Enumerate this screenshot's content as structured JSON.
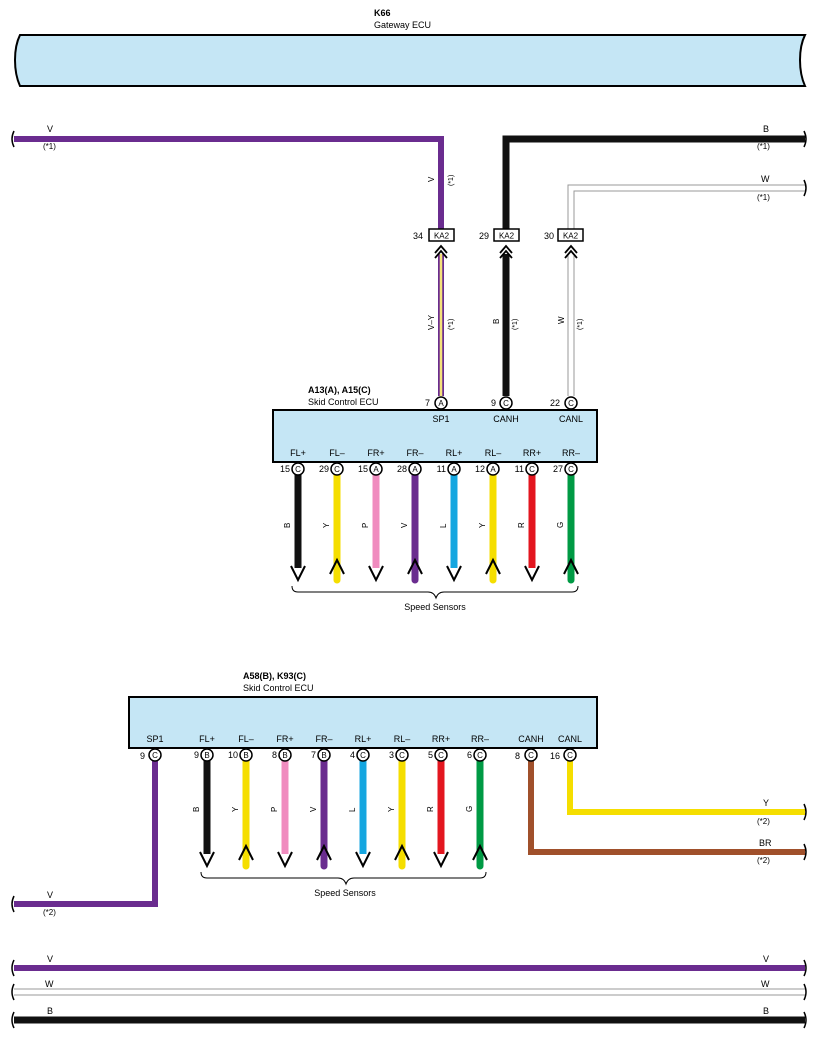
{
  "colors": {
    "V": "#6a2c8f",
    "B": "#111111",
    "W": "#ffffff",
    "Y": "#f5de00",
    "P": "#f08cbf",
    "L": "#14a6e0",
    "R": "#e3161f",
    "G": "#009a44",
    "BR": "#a0502b",
    "VY_stripe": "#f5e27a",
    "ecu_fill": "#c5e6f5"
  },
  "gateway": {
    "code": "K66",
    "name": "Gateway ECU"
  },
  "top_wires": {
    "v_label": "V",
    "v_note": "(*1)",
    "b_label": "B",
    "b_note": "(*1)",
    "w_label": "W",
    "w_note": "(*1)"
  },
  "connectors_ka2": [
    {
      "pin": "34",
      "name": "KA2",
      "upper_color": "V",
      "upper_note": "(*1)",
      "lower_color": "V–Y",
      "lower_note": "(*1)"
    },
    {
      "pin": "29",
      "name": "KA2",
      "upper_color": "",
      "upper_note": "",
      "lower_color": "B",
      "lower_note": "(*1)"
    },
    {
      "pin": "30",
      "name": "KA2",
      "upper_color": "",
      "upper_note": "",
      "lower_color": "W",
      "lower_note": "(*1)"
    }
  ],
  "ecu1": {
    "code": "A13(A), A15(C)",
    "name": "Skid Control ECU",
    "top_pins": [
      {
        "num": "7",
        "conn": "A",
        "label": "SP1"
      },
      {
        "num": "9",
        "conn": "C",
        "label": "CANH"
      },
      {
        "num": "22",
        "conn": "C",
        "label": "CANL"
      }
    ],
    "bottom_pins": [
      {
        "label": "FL+",
        "num": "15",
        "conn": "C",
        "wire": "B",
        "dir": "down"
      },
      {
        "label": "FL–",
        "num": "29",
        "conn": "C",
        "wire": "Y",
        "dir": "up"
      },
      {
        "label": "FR+",
        "num": "15",
        "conn": "A",
        "wire": "P",
        "dir": "down"
      },
      {
        "label": "FR–",
        "num": "28",
        "conn": "A",
        "wire": "V",
        "dir": "up"
      },
      {
        "label": "RL+",
        "num": "11",
        "conn": "A",
        "wire": "L",
        "dir": "down"
      },
      {
        "label": "RL–",
        "num": "12",
        "conn": "A",
        "wire": "Y",
        "dir": "up"
      },
      {
        "label": "RR+",
        "num": "11",
        "conn": "C",
        "wire": "R",
        "dir": "down"
      },
      {
        "label": "RR–",
        "num": "27",
        "conn": "C",
        "wire": "G",
        "dir": "up"
      }
    ],
    "sensors_label": "Speed Sensors"
  },
  "ecu2": {
    "code": "A58(B), K93(C)",
    "name": "Skid Control ECU",
    "sp1": {
      "label": "SP1",
      "num": "9",
      "conn": "C",
      "wire": "V",
      "note": "(*2)"
    },
    "pins": [
      {
        "label": "FL+",
        "num": "9",
        "conn": "B",
        "wire": "B",
        "dir": "down"
      },
      {
        "label": "FL–",
        "num": "10",
        "conn": "B",
        "wire": "Y",
        "dir": "up"
      },
      {
        "label": "FR+",
        "num": "8",
        "conn": "B",
        "wire": "P",
        "dir": "down"
      },
      {
        "label": "FR–",
        "num": "7",
        "conn": "B",
        "wire": "V",
        "dir": "up"
      },
      {
        "label": "RL+",
        "num": "4",
        "conn": "C",
        "wire": "L",
        "dir": "down"
      },
      {
        "label": "RL–",
        "num": "3",
        "conn": "C",
        "wire": "Y",
        "dir": "up"
      },
      {
        "label": "RR+",
        "num": "5",
        "conn": "C",
        "wire": "R",
        "dir": "down"
      },
      {
        "label": "RR–",
        "num": "6",
        "conn": "C",
        "wire": "G",
        "dir": "up"
      }
    ],
    "canh": {
      "label": "CANH",
      "num": "8",
      "conn": "C",
      "wire": "BR",
      "note": "(*2)"
    },
    "canl": {
      "label": "CANL",
      "num": "16",
      "conn": "C",
      "wire": "Y",
      "note": "(*2)"
    },
    "sensors_label": "Speed Sensors"
  },
  "bottom_bus": [
    {
      "label": "V"
    },
    {
      "label": "W"
    },
    {
      "label": "B"
    }
  ]
}
